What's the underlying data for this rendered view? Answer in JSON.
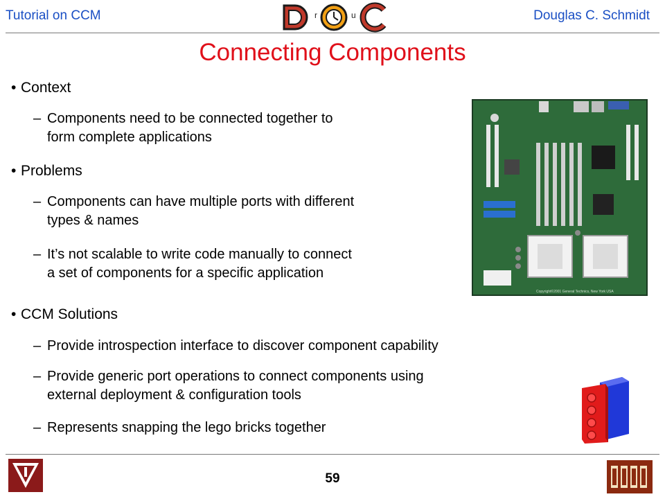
{
  "header": {
    "left": "Tutorial on CCM",
    "right": "Douglas C. Schmidt"
  },
  "logo": {
    "letters": [
      "D",
      "r",
      "u",
      "C"
    ],
    "icon": "doc-group-logo"
  },
  "title": "Connecting Components",
  "bullets": [
    {
      "label": "Context",
      "subs": [
        [
          "Components need to be connected together to",
          "form complete applications"
        ]
      ]
    },
    {
      "label": "Problems",
      "subs": [
        [
          "Components can have multiple ports with different",
          "types & names"
        ],
        [
          "It’s not scalable to write code manually to connect",
          "a set of components for a specific application"
        ]
      ]
    },
    {
      "label": "CCM Solutions",
      "subs": [
        [
          "Provide introspection interface to discover component capability"
        ],
        [
          "Provide generic port operations to connect components using",
          "external deployment & configuration tools"
        ],
        [
          "Represents snapping the lego bricks together"
        ]
      ]
    }
  ],
  "images": {
    "motherboard": "motherboard-photo",
    "lego": "lego-bricks-image",
    "copyright": "Copyright©2001 General Technics, New York USA"
  },
  "footer": {
    "page_number": "59",
    "left_logo": "vanderbilt-logo",
    "right_logo": "isis-logo"
  },
  "colors": {
    "header_text": "#1a4fc4",
    "title": "#e0101a",
    "lego_red": "#e11b1b",
    "lego_blue": "#2038d8",
    "board_green": "#2e6b3a"
  }
}
